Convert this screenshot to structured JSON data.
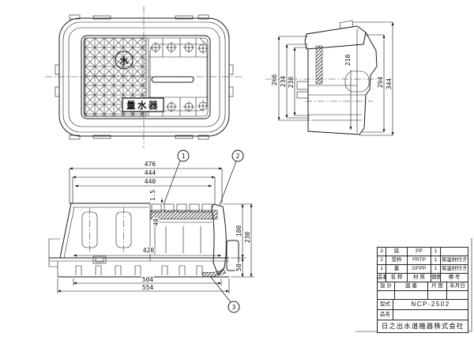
{
  "plan_view": {
    "water_symbol": "水",
    "label": "量水器"
  },
  "side_view": {
    "d266": "266",
    "d234": "234",
    "d230": "230",
    "d210": "210",
    "d294": "294",
    "d344": "344"
  },
  "front_view": {
    "d476": "476",
    "d444": "444",
    "d440": "440",
    "d1_5": "1.5",
    "d40": "40",
    "d420": "420",
    "d504": "504",
    "d554": "554",
    "d180": "180",
    "d230": "230",
    "d50": "50",
    "c1": "1",
    "c2": "2",
    "c3": "3"
  },
  "title_block": {
    "header": {
      "no": "品番",
      "name": "名 称",
      "material": "材 質",
      "qty": "個数",
      "remark": "備 考"
    },
    "parts": [
      {
        "no": "3",
        "name": "底",
        "material": "PP",
        "qty": "1",
        "remark": ""
      },
      {
        "no": "2",
        "name": "受枠",
        "material": "FRTP",
        "qty": "1",
        "remark": "保温材付き"
      },
      {
        "no": "1",
        "name": "蓋",
        "material": "GFPP",
        "qty": "1",
        "remark": "保温材付き"
      }
    ],
    "meta_header": {
      "design": "設 計",
      "drawing_no": "図 番",
      "scale": "尺 度",
      "date": "年月日"
    },
    "model_label": "型式",
    "model_value": "NCP-2502",
    "product_label": "品名",
    "product_value": "",
    "company": "日之出水道機器株式会社"
  }
}
